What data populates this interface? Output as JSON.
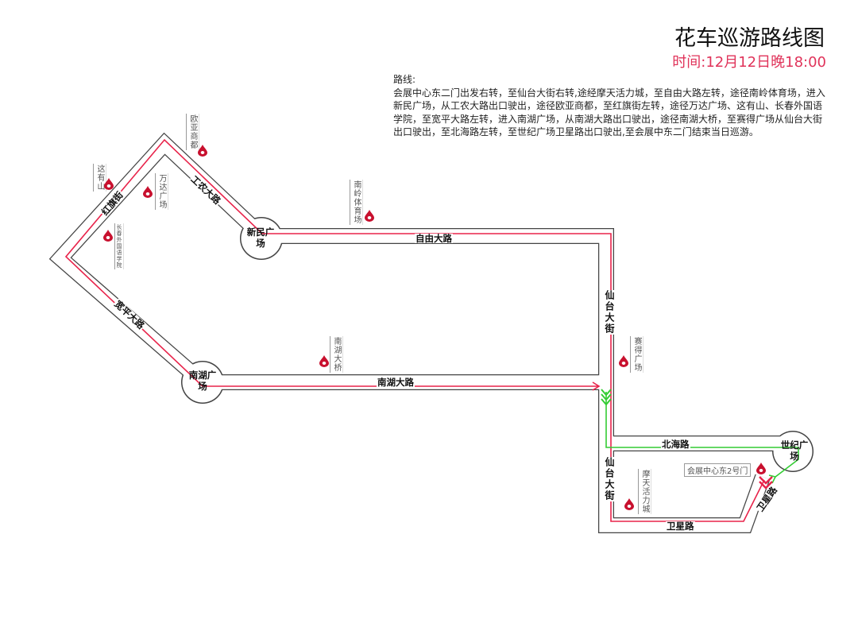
{
  "header": {
    "title": "花车巡游路线图",
    "time": "时间:12月12日晚18:00"
  },
  "route": {
    "label": "路线:",
    "text": "会展中心东二门出发右转，至仙台大街右转,途经摩天活力城，至自由大路左转，途径南岭体育场，进入新民广场，从工农大路出口驶出，途径欧亚商都，至红旗街左转，途径万达广场、这有山、长春外国语学院，至宽平大路左转，进入南湖广场，从南湖大路出口驶出，途径南湖大桥，至赛得广场从仙台大街出口驶出，至北海路左转，至世纪广场卫星路出口驶出,至会展中东二门结束当日巡游。"
  },
  "roads": {
    "gongnong": "工农大路",
    "hongqi": "红旗街",
    "kuanping": "宽平大路",
    "ziyou": "自由大路",
    "nanhu": "南湖大路",
    "xiantai_upper": "仙台大街",
    "xiantai_lower": "仙台大街",
    "beihai": "北海路",
    "weixing_bottom": "卫星路",
    "weixing_diag": "卫星路"
  },
  "plazas": {
    "xinmin": "新民广场",
    "nanhu": "南湖广场",
    "shiji": "世纪广场"
  },
  "pois": {
    "ouya": "欧亚商都",
    "zheyoushan": "这有山",
    "wanda": "万达广场",
    "waiguoyu": "长春外国语学院",
    "nanling": "南岭体育场",
    "nanhu_bridge": "南湖大桥",
    "saide": "赛得广场",
    "motian": "摩天活力城",
    "huizhan": "会展中心东2号门"
  },
  "colors": {
    "route": "#e8234a",
    "return": "#33cc33",
    "road_edge": "#444444",
    "poi_marker": "#c8102e",
    "time": "#e0335a"
  }
}
